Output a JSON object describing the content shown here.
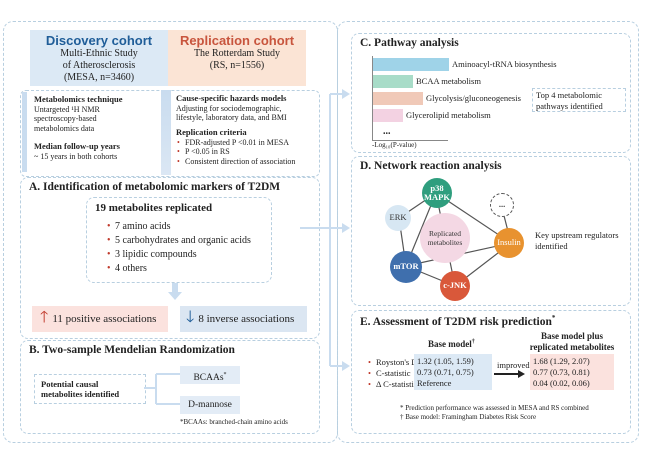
{
  "discovery": {
    "title": "Discovery cohort",
    "lines": [
      "Multi-Ethnic Study",
      "of Atherosclerosis",
      "(MESA, n=3460)"
    ]
  },
  "replication": {
    "title": "Replication cohort",
    "lines": [
      "The Rotterdam Study",
      "(RS, n=1556)"
    ]
  },
  "metab_technique": {
    "title": "Metabolomics technique",
    "lines": [
      "Untargeted ¹H NMR",
      "spectroscopy-based",
      "metabolomics data"
    ]
  },
  "followup": {
    "title": "Median follow-up years",
    "text": "~ 15 years in both cohorts"
  },
  "hazards": {
    "title": "Cause-specific hazards models",
    "lines": [
      "Adjusting for sociodemographic,",
      "lifestyle, laboratory data, and BMI"
    ]
  },
  "criteria": {
    "title": "Replication criteria",
    "items": [
      "FDR-adjusted P <0.01 in MESA",
      "P <0.05 in RS",
      "Consistent direction of association"
    ]
  },
  "section_a": {
    "title": "A. Identification of metabolomic markers of T2DM",
    "replicated": "19 metabolites replicated",
    "items": [
      "7 amino acids",
      "5 carbohydrates and organic acids",
      "3 lipidic compounds",
      "4 others"
    ],
    "positive": "11 positive associations",
    "inverse": "8 inverse associations"
  },
  "section_b": {
    "title": "B. Two-sample Mendelian Randomization",
    "causal": "Potential causal metabolites identified",
    "bcaa": "BCAAs",
    "bcaa_mark": "*",
    "dmannose": "D-mannose",
    "footnote": "*BCAAs: branched-chain amino acids"
  },
  "section_c": {
    "title": "C. Pathway analysis",
    "pathways": [
      {
        "label": "Aminoacyl-tRNA biosynthesis",
        "score": 1.0,
        "color": "#9fd3e8"
      },
      {
        "label": "BCAA metabolism",
        "score": 0.52,
        "color": "#a8dcc8"
      },
      {
        "label": "Glycolysis/gluconeogenesis",
        "score": 0.66,
        "color": "#f0c9b8"
      },
      {
        "label": "Glycerolipid metabolism",
        "score": 0.4,
        "color": "#f3d2e2"
      }
    ],
    "ellipsis": "...",
    "axis_label": "-Log₁₀(P-value)",
    "note": "Top 4 metabolomic pathways identified"
  },
  "section_d": {
    "title": "D. Network reaction analysis",
    "center": "Replicated metabolites",
    "nodes": {
      "p38": "p38 MAPK",
      "erk": "ERK",
      "mtor": "mTOR",
      "cjnk": "c-JNK",
      "insulin": "Insulin",
      "more": "..."
    },
    "note": "Key upstream regulators identified"
  },
  "section_e": {
    "title": "E. Assessment of T2DM risk prediction",
    "title_mark": "*",
    "base_header": "Base model",
    "base_mark": "†",
    "plus_header": "Base model plus replicated metabolites",
    "metrics": [
      "Royston's D",
      "C-statistic",
      "Δ C-statistic"
    ],
    "base_values": [
      "1.32 (1.05, 1.59)",
      "0.73 (0.71, 0.75)",
      "Reference"
    ],
    "plus_values": [
      "1.68 (1.29, 2.07)",
      "0.77 (0.73, 0.81)",
      "0.04 (0.02, 0.06)"
    ],
    "improved": "improved",
    "footnote1": "* Prediction performance was assessed in MESA and RS combined",
    "footnote2": "† Base model: Framingham Diabetes Risk Score"
  }
}
